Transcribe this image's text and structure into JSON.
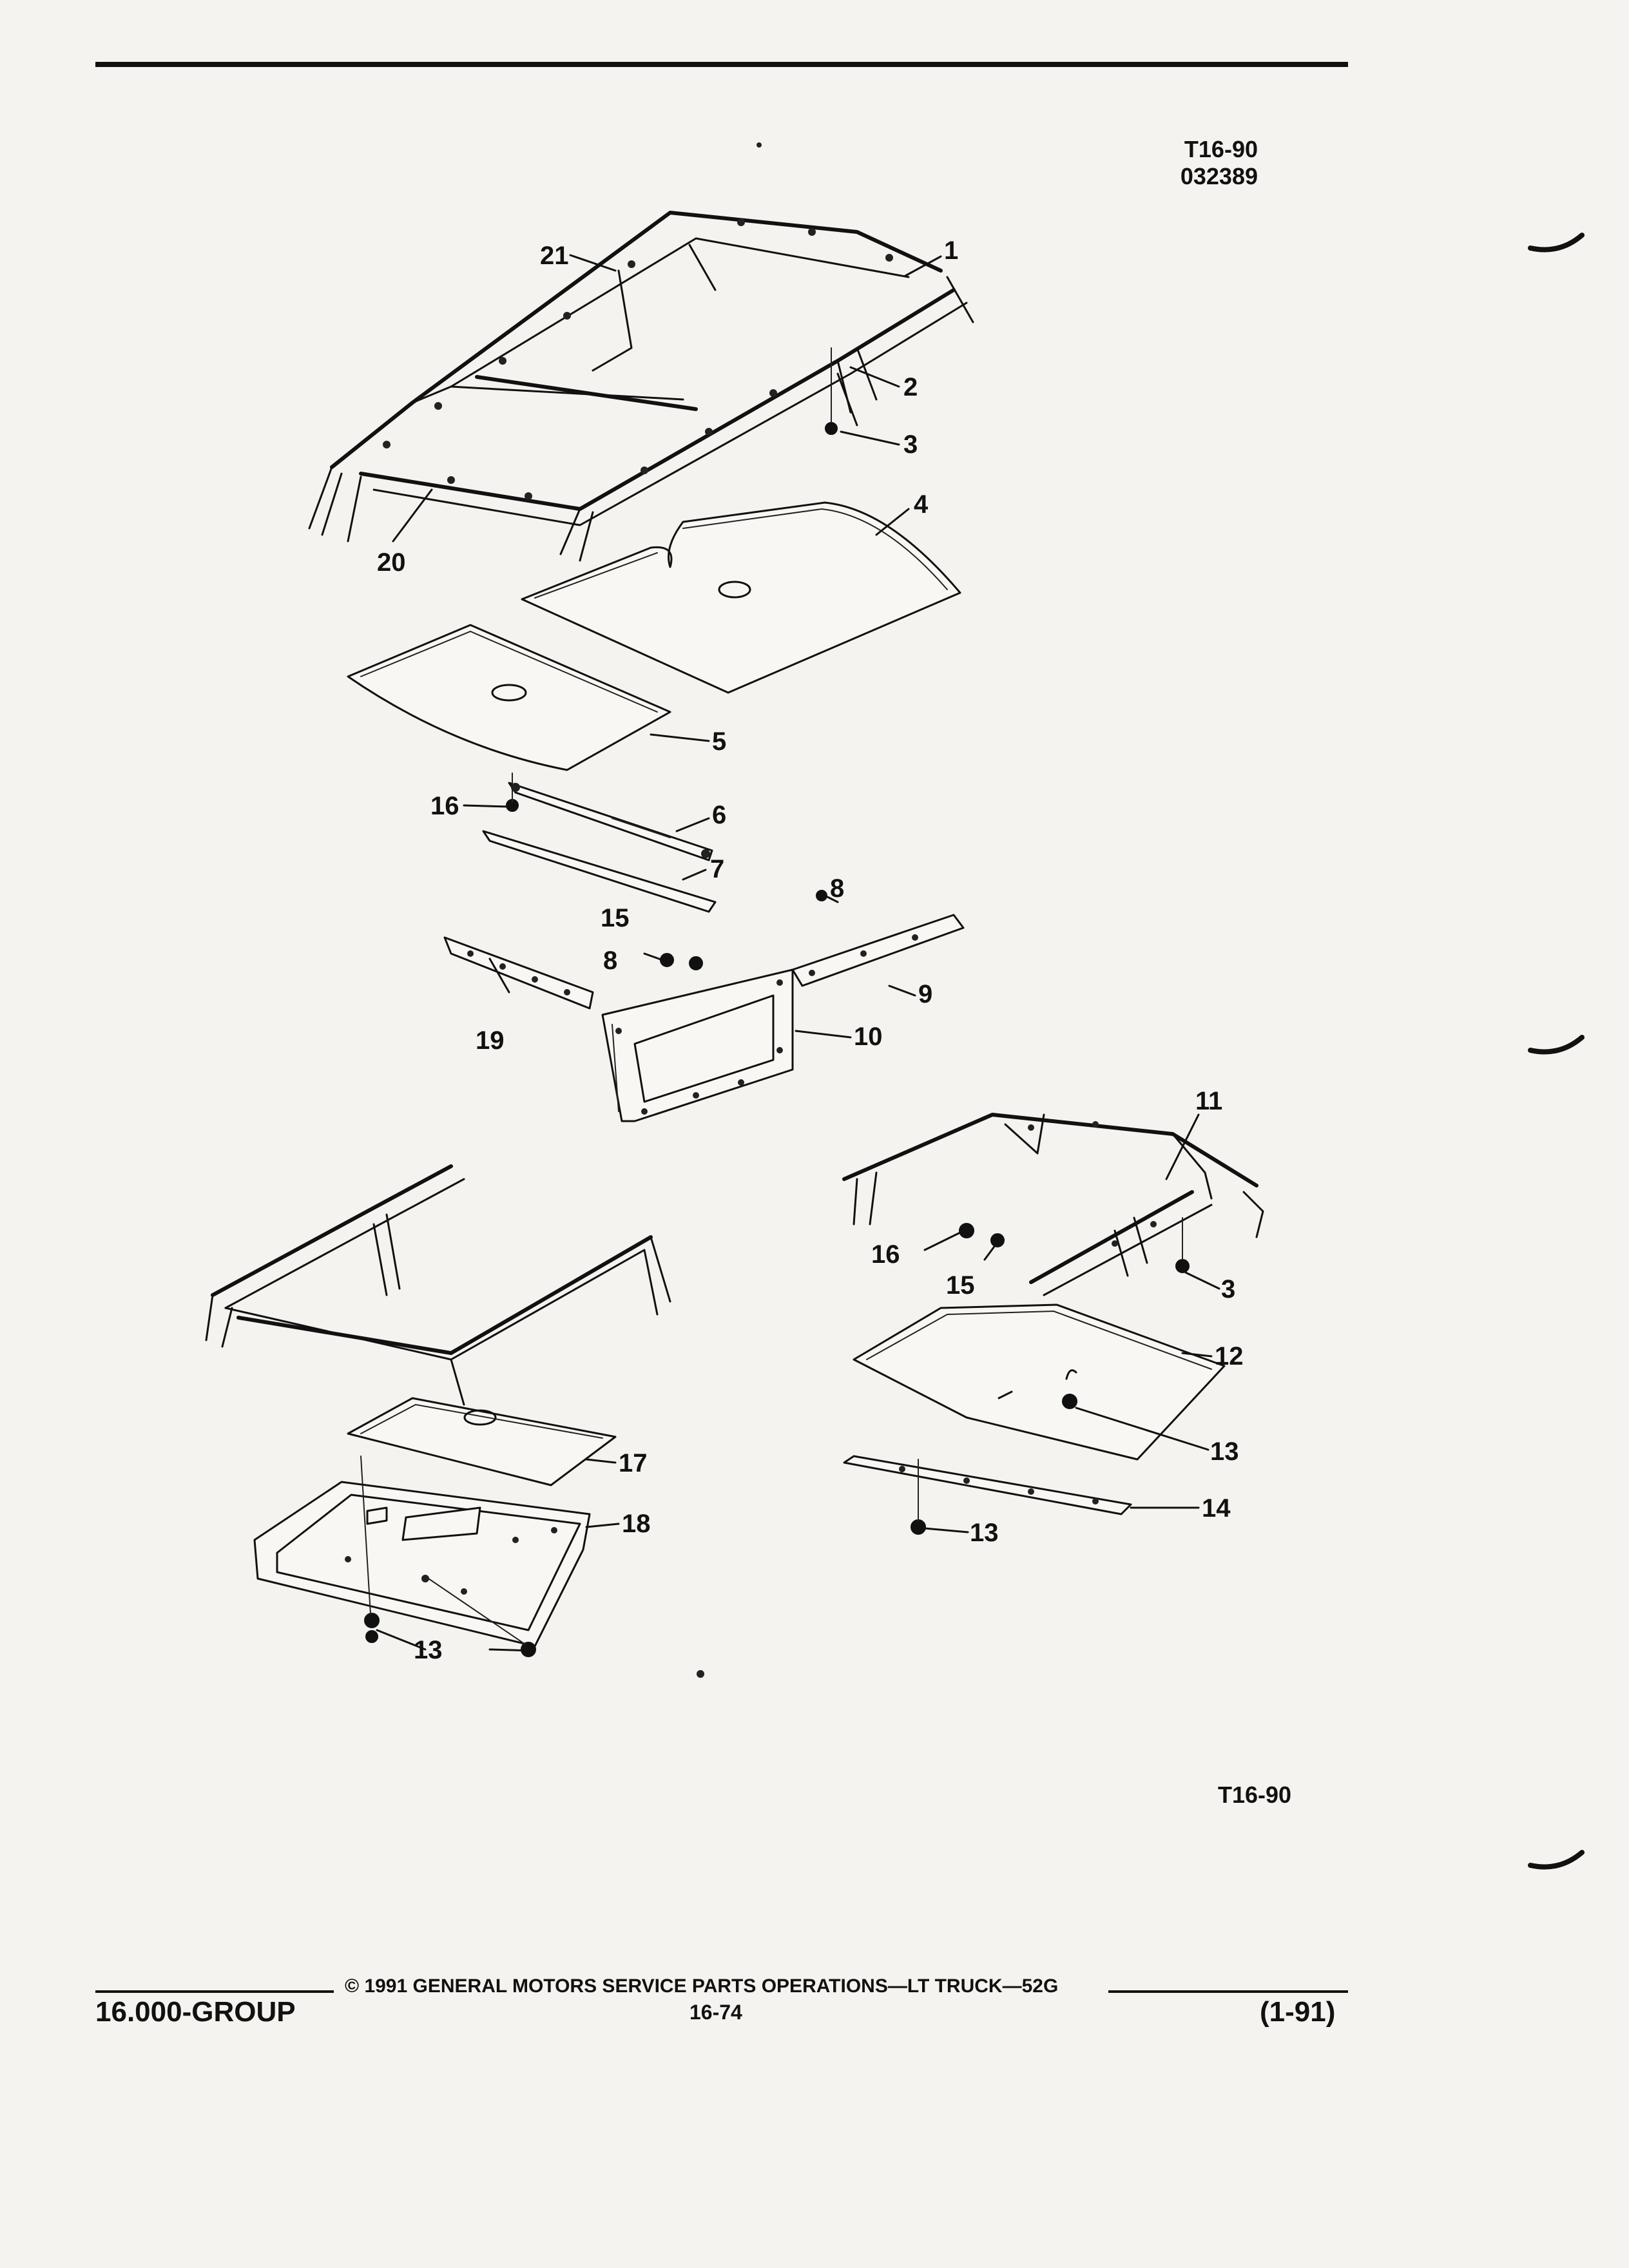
{
  "header": {
    "ref_code": "T16-90",
    "ref_date": "032389"
  },
  "figure": {
    "callouts": [
      "1",
      "2",
      "3",
      "4",
      "5",
      "6",
      "7",
      "8",
      "9",
      "10",
      "11",
      "12",
      "13",
      "14",
      "15",
      "16",
      "17",
      "18",
      "19",
      "20",
      "21"
    ],
    "figure_code": "T16-90"
  },
  "footer": {
    "copyright": "© 1991 GENERAL MOTORS SERVICE PARTS OPERATIONS—LT TRUCK—52G",
    "group": "16.000-GROUP",
    "page_number": "16-74",
    "revision": "(1-91)"
  }
}
